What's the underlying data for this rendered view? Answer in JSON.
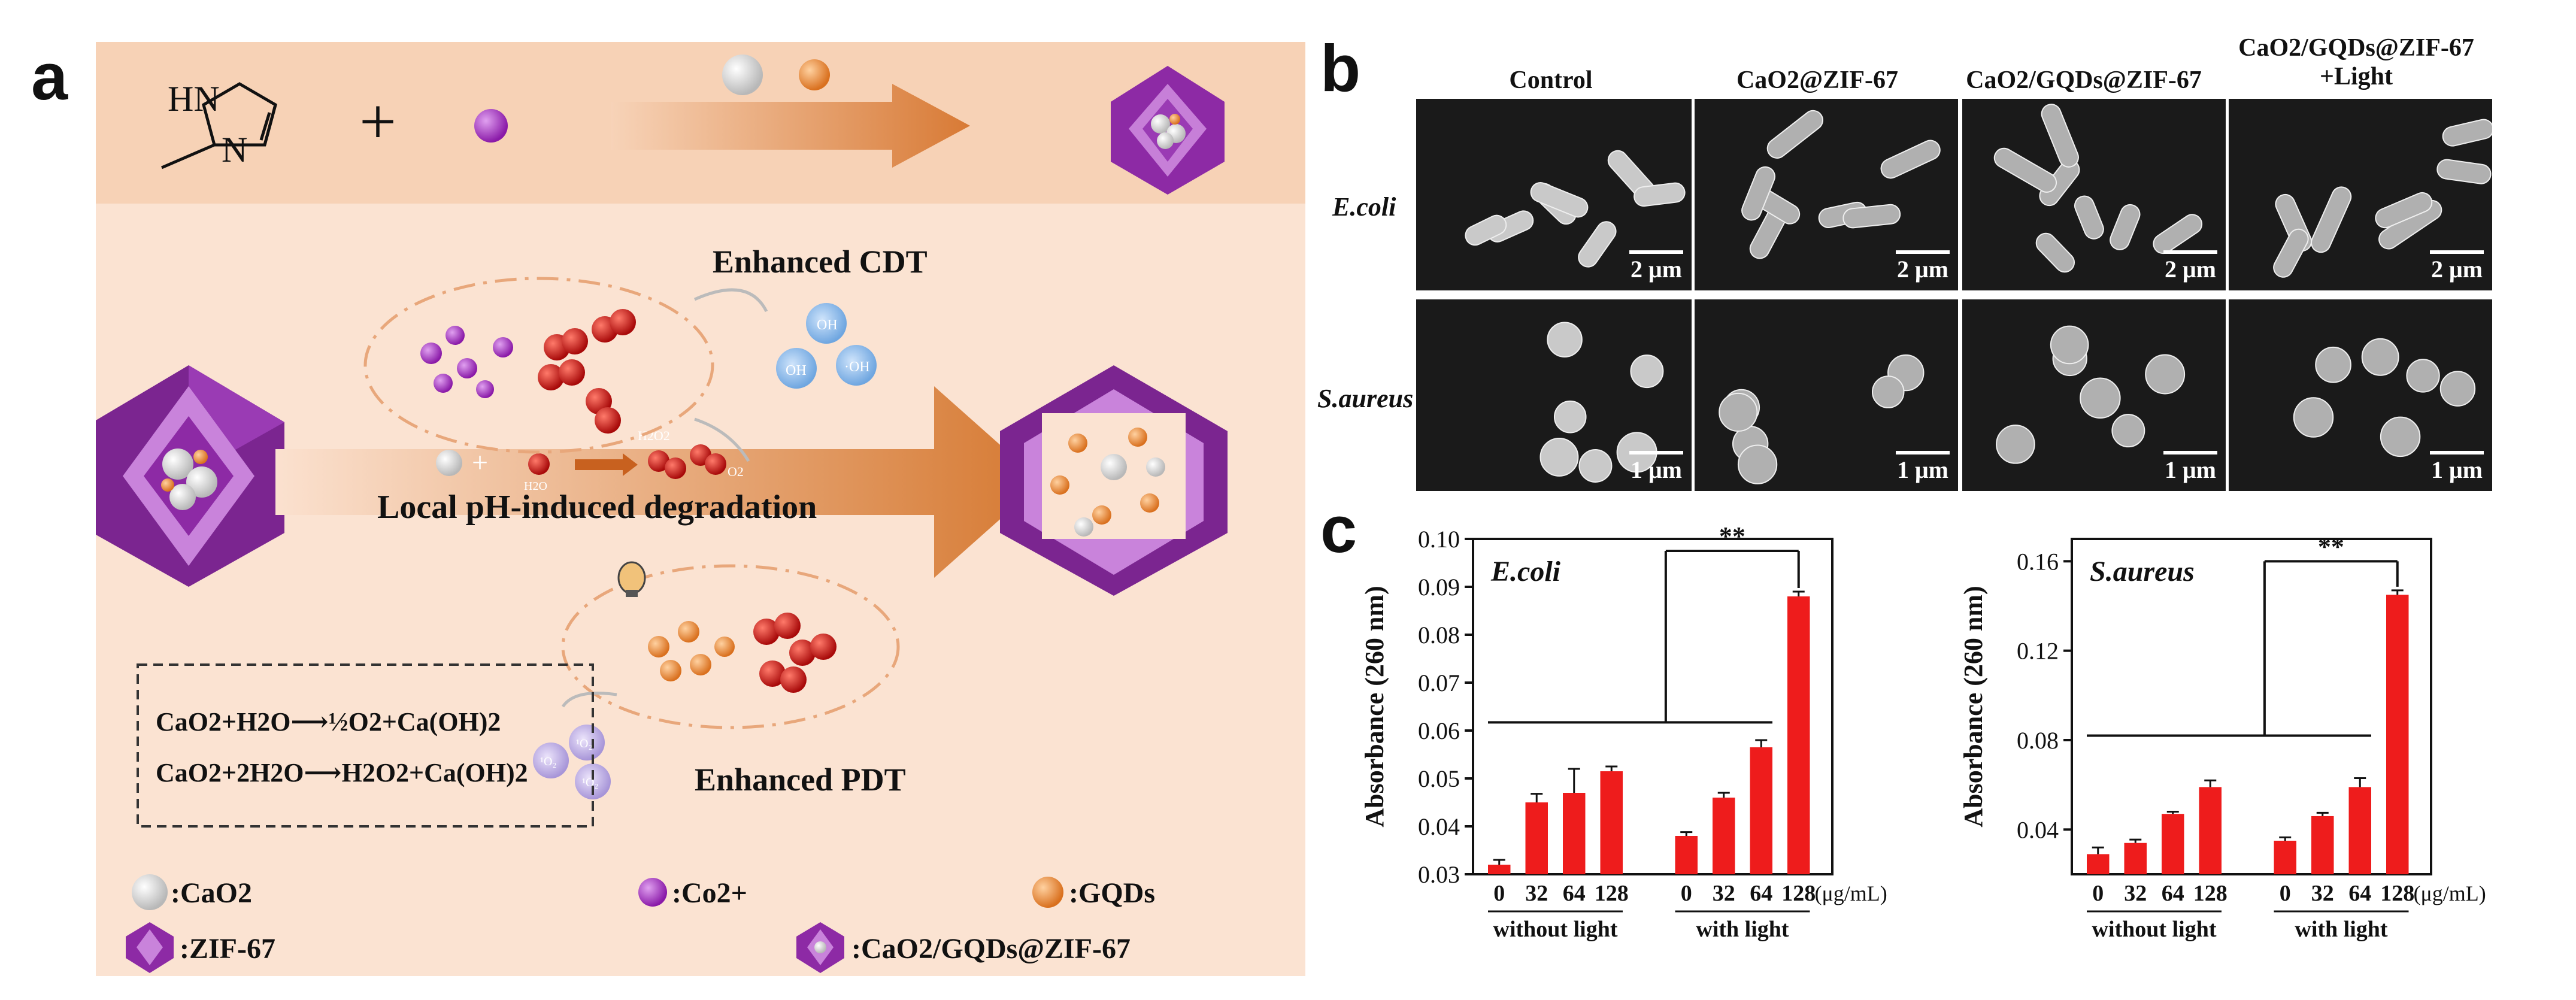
{
  "panel_a": {
    "label": "a",
    "cdt_title": "Enhanced CDT",
    "pdt_title": "Enhanced PDT",
    "degradation_label": "Local pH-induced degradation",
    "imidazole_nh": "HN",
    "imidazole_n": "N",
    "plus": "+",
    "small_plus": "+",
    "h2o_label": "H2O",
    "h2o2_label": "H2O2",
    "o2_label": "O2",
    "oh_labels": [
      "OH",
      "OH",
      "·OH"
    ],
    "singlet_labels": [
      "¹O₂",
      "¹O₂",
      "¹O₂"
    ],
    "eq1": "CaO2+H2O⟶½O2+Ca(OH)2",
    "eq2": "CaO2+2H2O⟶H2O2+Ca(OH)2",
    "legend": {
      "cao2": ":CaO2",
      "co": ":Co2+",
      "gqds": ":GQDs",
      "zif": ":ZIF-67",
      "composite": ":CaO2/GQDs@ZIF-67"
    },
    "colors": {
      "header_bg": "#f7d3b8",
      "body_bg": "#fbe1cf",
      "arrow": "#d9803f",
      "zif": "#7b2d8e",
      "co": "#9b2cb5",
      "gqd": "#e88a3a",
      "red": "#cc1111"
    }
  },
  "panel_b": {
    "label": "b",
    "columns": [
      "Control",
      "CaO2@ZIF-67",
      "CaO2/GQDs@ZIF-67",
      "CaO2/GQDs@ZIF-67 +Light"
    ],
    "rows": [
      "E.coli",
      "S.aureus"
    ],
    "scalebars": [
      "2 μm",
      "1 μm"
    ]
  },
  "panel_c": {
    "label": "c",
    "significance": "**",
    "unit_label": "(μg/mL)",
    "group_labels": [
      "without light",
      "with light"
    ]
  },
  "chart_data": [
    {
      "type": "bar",
      "title": "E.coli",
      "ylabel": "Absorbance (260 nm)",
      "xlabel": "",
      "categories": [
        "0",
        "32",
        "64",
        "128",
        "0",
        "32",
        "64",
        "128"
      ],
      "groups": [
        "without light",
        "with light"
      ],
      "values": [
        0.032,
        0.045,
        0.047,
        0.0515,
        0.038,
        0.046,
        0.0565,
        0.088
      ],
      "errors": [
        0.001,
        0.0018,
        0.005,
        0.001,
        0.0008,
        0.001,
        0.0015,
        0.001
      ],
      "ylim": [
        0.03,
        0.1
      ],
      "yticks": [
        "0.03",
        "0.04",
        "0.05",
        "0.06",
        "0.07",
        "0.08",
        "0.09",
        "0.10"
      ],
      "color": "#ee1c1c"
    },
    {
      "type": "bar",
      "title": "S.aureus",
      "ylabel": "Absorbance (260 nm)",
      "xlabel": "",
      "categories": [
        "0",
        "32",
        "64",
        "128",
        "0",
        "32",
        "64",
        "128"
      ],
      "groups": [
        "without light",
        "with light"
      ],
      "values": [
        0.029,
        0.034,
        0.047,
        0.059,
        0.035,
        0.046,
        0.059,
        0.145
      ],
      "errors": [
        0.003,
        0.0015,
        0.001,
        0.003,
        0.0015,
        0.0015,
        0.004,
        0.002
      ],
      "ylim": [
        0.02,
        0.17
      ],
      "yticks": [
        "0.04",
        "0.08",
        "0.12",
        "0.16"
      ],
      "color": "#ee1c1c"
    }
  ]
}
